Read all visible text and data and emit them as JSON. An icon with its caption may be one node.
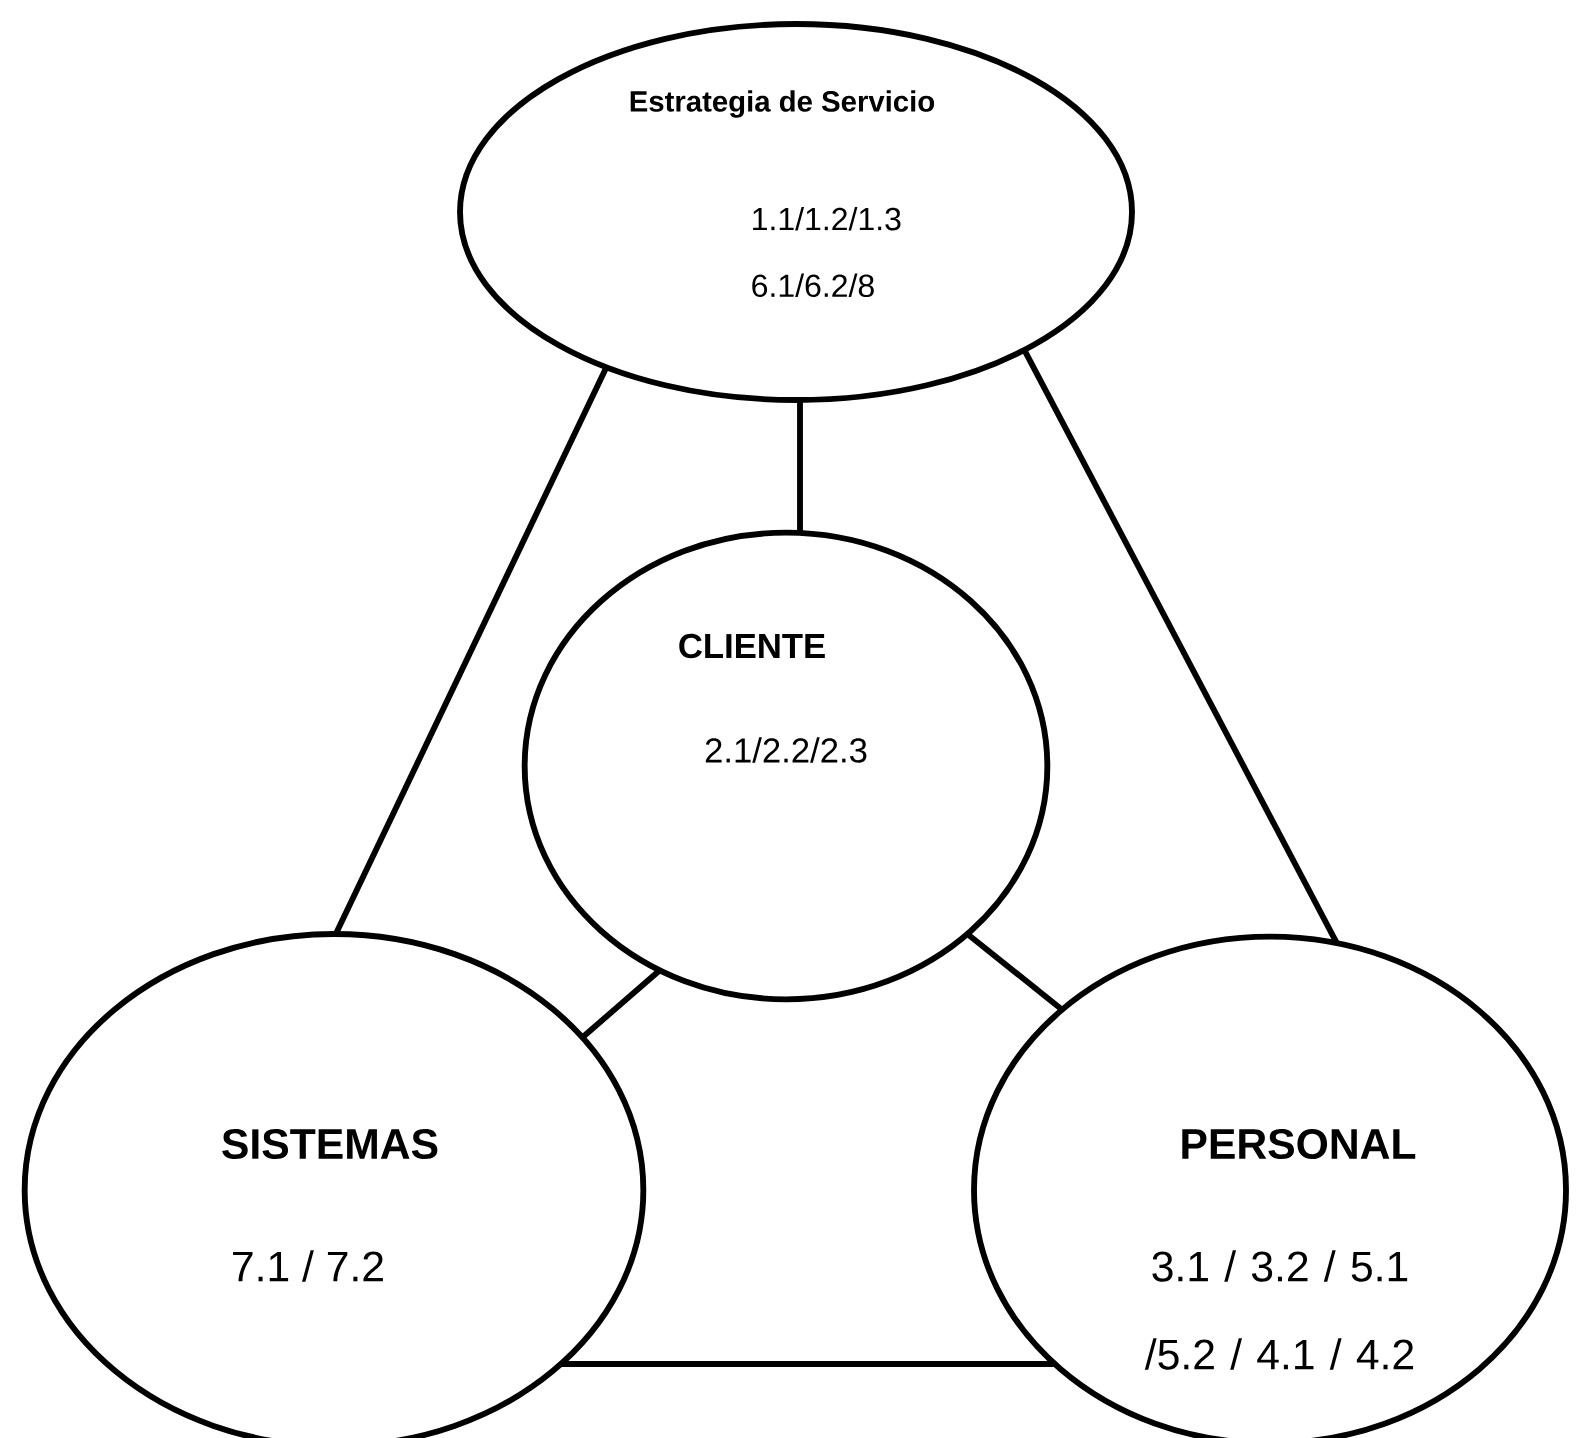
{
  "diagram": {
    "nodes": [
      {
        "text": [
          "Estrategia de Servicio",
          "1.1/1.2/1.3 6.1/6.2/8"
        ]
      },
      {
        "text": [
          "CLIENTE",
          "2.1/2.2/2.3"
        ]
      },
      {
        "text": [
          "SISTEMAS",
          "7.1  / 7.2"
        ]
      },
      {
        "text": [
          "PERSONAL",
          "3.1 / 3.2 / 5.1 /5.2 / 4.1 / 4.2"
        ]
      }
    ],
    "edges": [
      {
        "from": 0,
        "to": 2,
        "arrow": "none"
      },
      {
        "from": 0,
        "to": 1,
        "arrow": "none"
      },
      {
        "from": 0,
        "to": 3,
        "arrow": "none"
      },
      {
        "from": 1,
        "to": 2,
        "arrow": "none"
      },
      {
        "from": 1,
        "to": 3,
        "arrow": "none"
      },
      {
        "from": 2,
        "to": 3,
        "arrow": "none"
      }
    ]
  }
}
